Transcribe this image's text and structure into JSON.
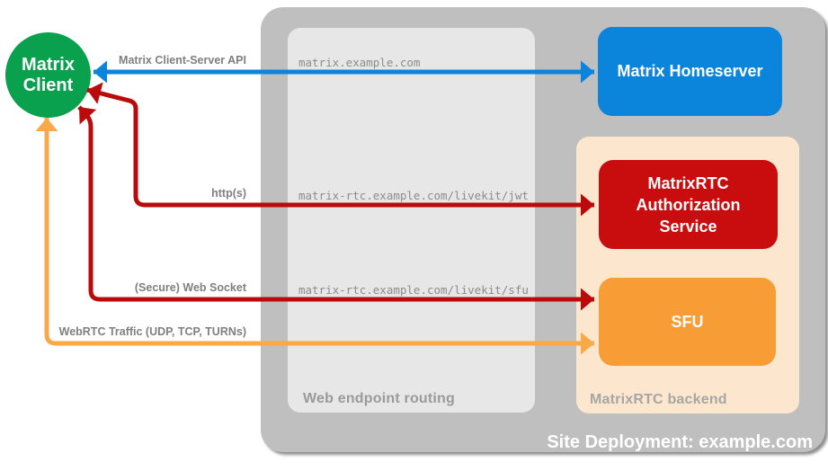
{
  "colors": {
    "green": "#0AA14E",
    "blue": "#0B84DC",
    "red_box": "#C90C0E",
    "red_arrow": "#BB0A0B",
    "orange_box": "#F89C35",
    "orange_arrow": "#F9A948",
    "outer_gray": "#BFBFBF",
    "inner_gray": "#E7E7E7",
    "peach": "#FCE7CE",
    "label_gray": "#7F7F7F"
  },
  "client": {
    "line1": "Matrix",
    "line2": "Client"
  },
  "nodes": {
    "homeserver": {
      "label": "Matrix Homeserver"
    },
    "auth_service": {
      "label": "MatrixRTC Authorization Service"
    },
    "sfu": {
      "label": "SFU"
    }
  },
  "groups": {
    "routing": {
      "label": "Web endpoint routing"
    },
    "backend": {
      "label": "MatrixRTC backend"
    },
    "site": {
      "label": "Site Deployment: example.com"
    }
  },
  "endpoints": {
    "homeserver": "matrix.example.com",
    "jwt": "matrix-rtc.example.com/livekit/jwt",
    "sfu": "matrix-rtc.example.com/livekit/sfu"
  },
  "connections": {
    "client_server_api": "Matrix Client-Server API",
    "http": "http(s)",
    "websocket": "(Secure) Web Socket",
    "webrtc": "WebRTC Traffic (UDP, TCP, TURNs)"
  }
}
